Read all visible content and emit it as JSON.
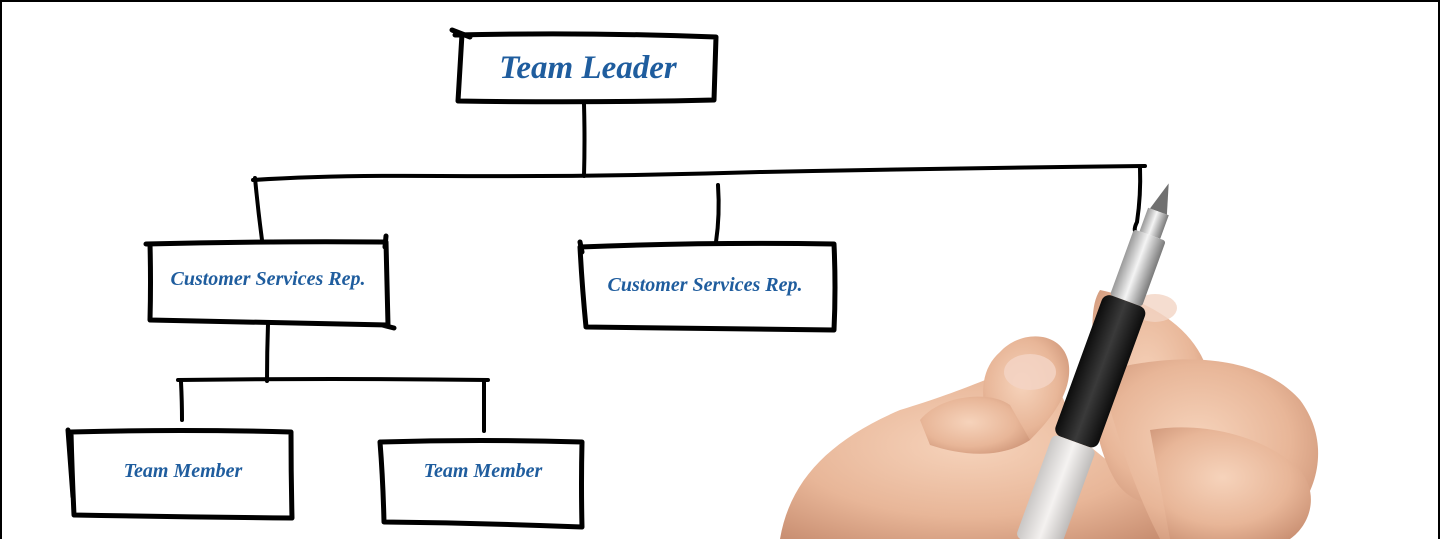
{
  "org_chart": {
    "leader": "Team Leader",
    "reps": [
      "Customer Services Rep.",
      "Customer Services Rep."
    ],
    "members": [
      "Team Member",
      "Team Member"
    ]
  },
  "colors": {
    "label_text": "#1f5d9e",
    "line": "#000000",
    "background": "#ffffff",
    "skin": "#e8b698",
    "pen_grip": "#1a1a1a"
  },
  "icons": [
    "hand-icon",
    "pen-icon"
  ]
}
